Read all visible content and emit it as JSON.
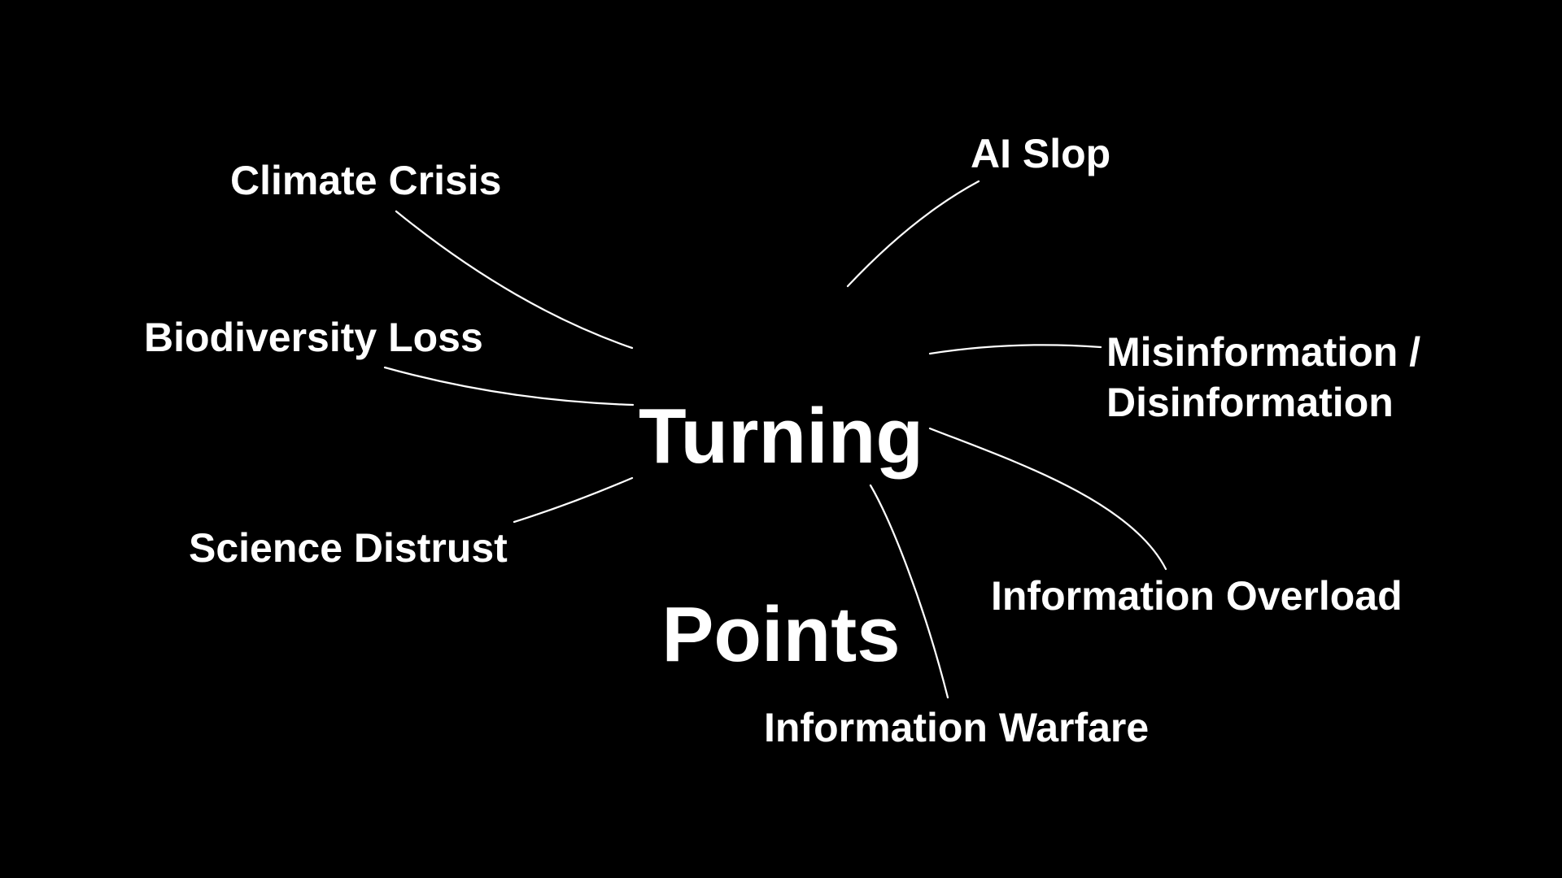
{
  "meta": {
    "app": "mind-map",
    "background_color": "#000000",
    "text_color": "#ffffff",
    "connector_color": "#ffffff"
  },
  "center": {
    "line1": "Turning",
    "line2": "Points"
  },
  "nodes": [
    {
      "id": "climate-crisis",
      "label": "Climate Crisis"
    },
    {
      "id": "biodiversity-loss",
      "label": "Biodiversity Loss"
    },
    {
      "id": "science-distrust",
      "label": "Science Distrust"
    },
    {
      "id": "ai-slop",
      "label": "AI Slop"
    },
    {
      "id": "misinformation",
      "label": "Misinformation /\nDisinformation"
    },
    {
      "id": "information-overload",
      "label": "Information Overload"
    },
    {
      "id": "information-warfare",
      "label": "Information Warfare"
    }
  ]
}
